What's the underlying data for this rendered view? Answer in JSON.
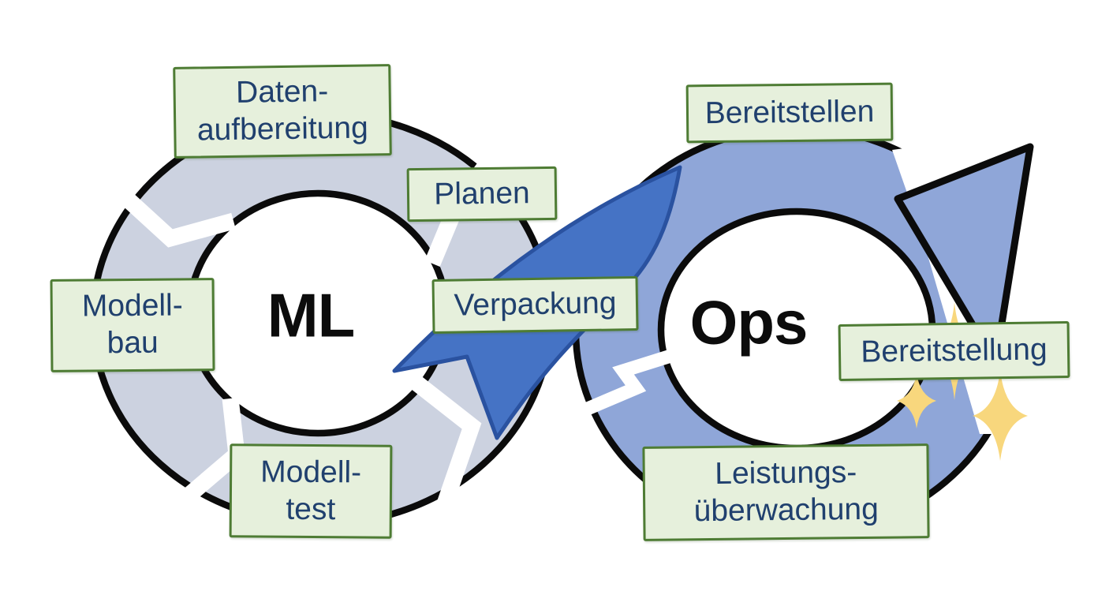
{
  "diagram": {
    "type": "mlops-infinity-loop",
    "loop_names": {
      "ml": "ML",
      "ops": "Ops"
    },
    "labels": {
      "daten": "Daten-\naufbereitung",
      "planen": "Planen",
      "modellbau": "Modell-\nbau",
      "modelltest": "Modell-\ntest",
      "verpackung": "Verpackung",
      "bereitstellen": "Bereitstellen",
      "bereitstellung": "Bereitstellung",
      "leistung": "Leistungs-\nüberwachung"
    },
    "colors": {
      "background": "#ffffff",
      "left_ring_fill": "#ccd2e0",
      "right_ring_fill": "#8fa6d8",
      "center_arrow_fill": "#4573c5",
      "center_arrow_border": "#2a52a0",
      "outline": "#0b0b0b",
      "label_background": "#e6f0dc",
      "label_border": "#4e7c34",
      "label_text": "#20406e",
      "sparkle": "#f8d77d"
    },
    "icons": [
      "sparkle-icon",
      "arrowhead-icon"
    ]
  }
}
